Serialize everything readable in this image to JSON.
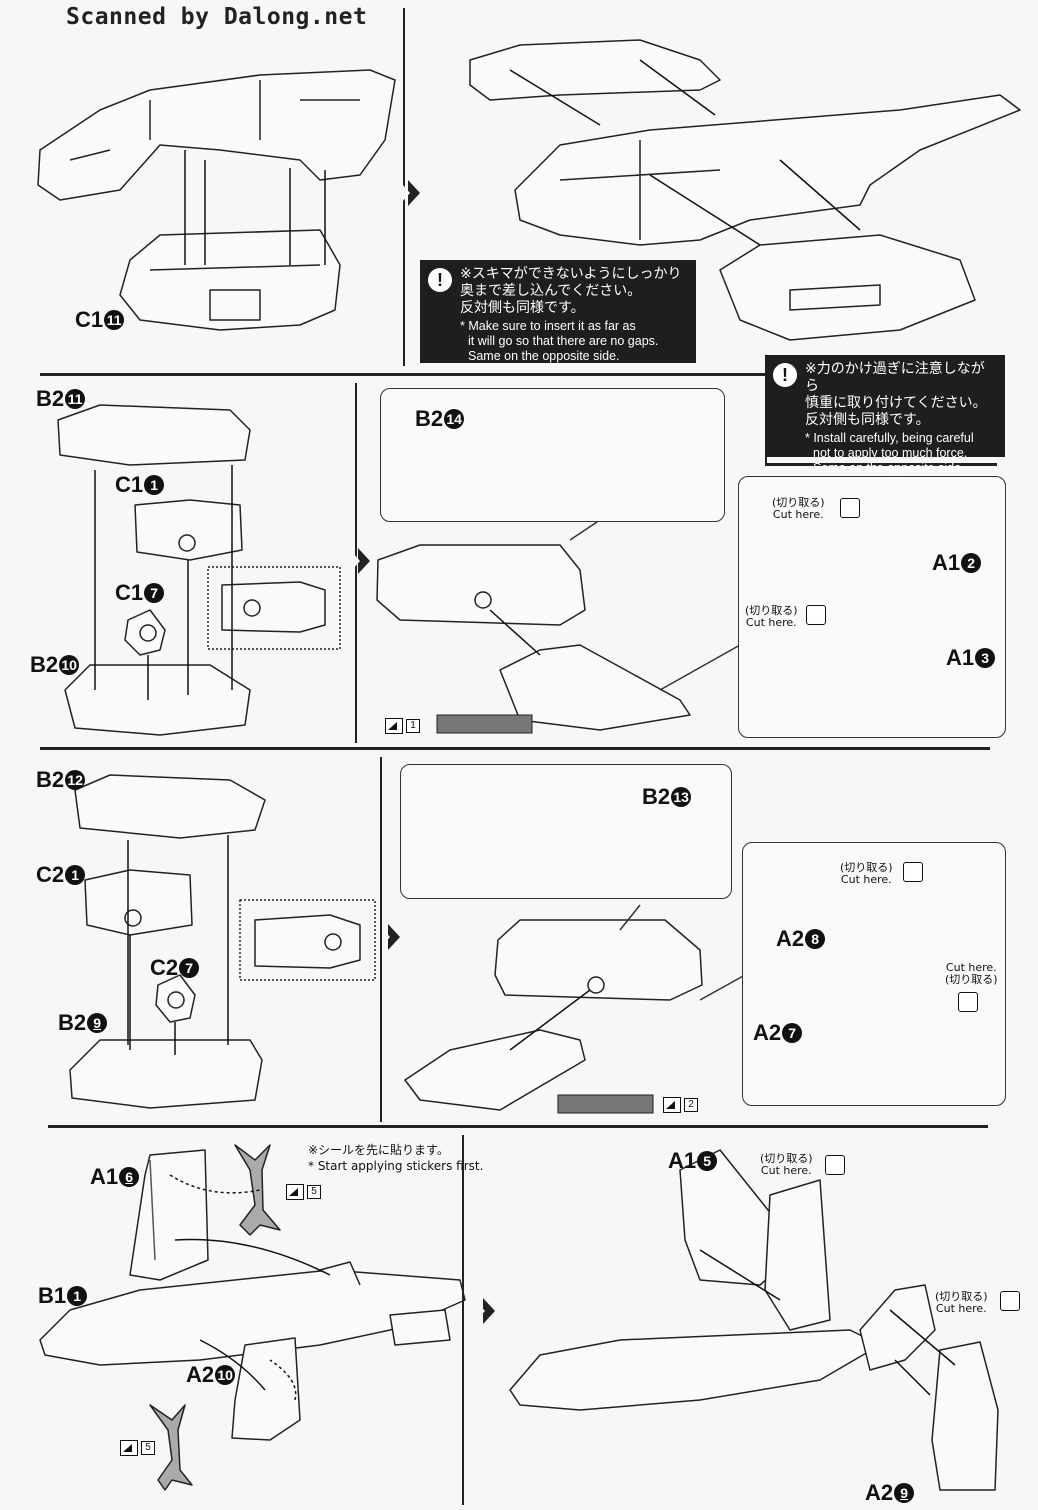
{
  "watermark": "Scanned by Dalong.net",
  "labels": {
    "c1_11": {
      "part": "C1",
      "num": "11"
    },
    "b2_11": {
      "part": "B2",
      "num": "11"
    },
    "c1_1": {
      "part": "C1",
      "num": "1"
    },
    "c1_7": {
      "part": "C1",
      "num": "7"
    },
    "b2_10": {
      "part": "B2",
      "num": "10"
    },
    "b2_14": {
      "part": "B2",
      "num": "14"
    },
    "a1_2": {
      "part": "A1",
      "num": "2"
    },
    "a1_3": {
      "part": "A1",
      "num": "3"
    },
    "b2_12": {
      "part": "B2",
      "num": "12"
    },
    "c2_1": {
      "part": "C2",
      "num": "1"
    },
    "c2_7": {
      "part": "C2",
      "num": "7"
    },
    "b2_9": {
      "part": "B2",
      "num": "9"
    },
    "b2_13": {
      "part": "B2",
      "num": "13"
    },
    "a2_8": {
      "part": "A2",
      "num": "8"
    },
    "a2_7": {
      "part": "A2",
      "num": "7"
    },
    "a1_6": {
      "part": "A1",
      "num": "6"
    },
    "b1_1": {
      "part": "B1",
      "num": "1"
    },
    "a2_10": {
      "part": "A2",
      "num": "10"
    },
    "a1_5": {
      "part": "A1",
      "num": "5"
    },
    "a2_9": {
      "part": "A2",
      "num": "9"
    }
  },
  "notes": {
    "note1": {
      "jp1": "※スキマができないようにしっかり",
      "jp2": "奥まで差し込んでください。",
      "jp3": "反対側も同様です。",
      "en1": "* Make sure to insert it as far as",
      "en2": "it will go so that there are no gaps.",
      "en3": "Same on the opposite side."
    },
    "note2": {
      "jp1": "※力のかけ過ぎに注意しながら",
      "jp2": "慎重に取り付けてください。",
      "jp3": "反対側も同様です。",
      "en1": "* Install carefully, being careful",
      "en2": "not to apply too much force.",
      "en3": "Same on the opposite side."
    }
  },
  "cut": {
    "jp": "(切り取る)",
    "en": "Cut here."
  },
  "sticker_note": {
    "jp": "※シールを先に貼ります。",
    "en": "* Start applying stickers first."
  },
  "sticker_refs": {
    "s1": "1",
    "s2": "2",
    "s5a": "5",
    "s5b": "5"
  }
}
